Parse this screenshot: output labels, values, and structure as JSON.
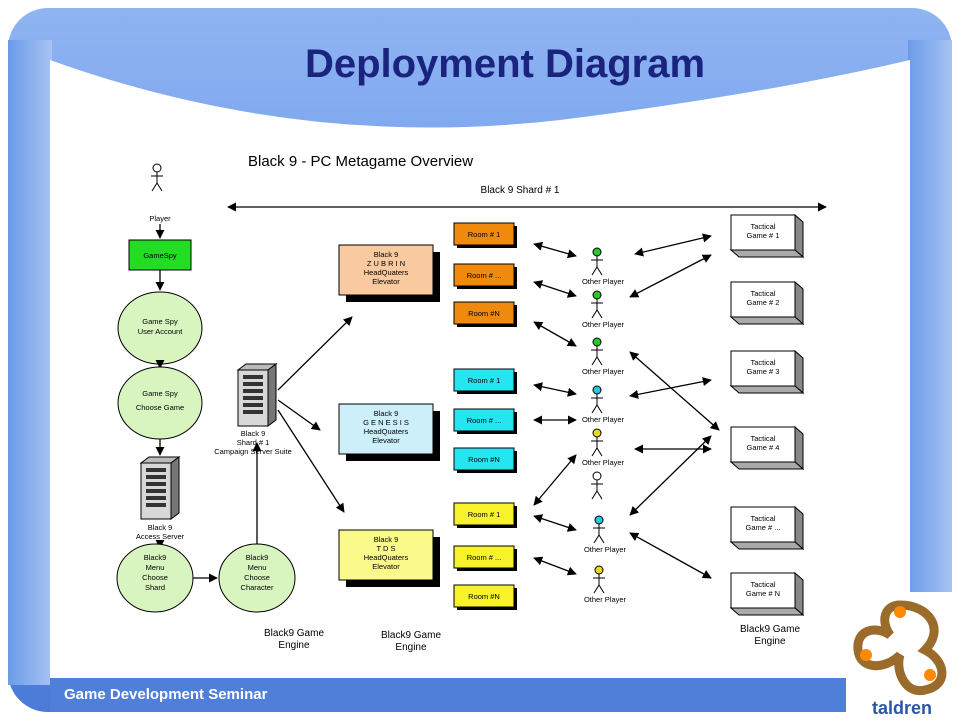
{
  "slide": {
    "title": "Deployment Diagram",
    "footer": "Game Development Seminar",
    "logo_text": "taldren"
  },
  "colors": {
    "header_blue": "#5c8de6",
    "title_navy": "#1a237e",
    "footer_blue": "#4f7fd9",
    "zubrin": "#f9c9a0",
    "genesis": "#cdeffa",
    "tds": "#fafa8a",
    "room_orange": "#f08a0c",
    "room_cyan": "#25e6f0",
    "room_yellow": "#f7f22a",
    "gamespy_green": "#22dd22",
    "ellipse_green": "#d8f5c0"
  },
  "diagram": {
    "heading": "Black 9 - PC Metagame Overview",
    "shard_label": "Black 9 Shard # 1",
    "player": "Player",
    "gamespy": "GameSpy",
    "gs_account": [
      "Game Spy",
      "User Account"
    ],
    "gs_choose": [
      "Game Spy",
      "Choose Game"
    ],
    "access_server": [
      "Black 9",
      "Access Server"
    ],
    "menu_shard": [
      "Black9",
      "Menu",
      "Choose",
      "Shard"
    ],
    "menu_char": [
      "Black9",
      "Menu",
      "Choose",
      "Character"
    ],
    "shard_server": [
      "Black 9",
      "Shard # 1",
      "Campaign Server Suite"
    ],
    "hq_zubrin": [
      "Black 9",
      "Z U B R I N",
      "HeadQuaters",
      "Elevator"
    ],
    "hq_genesis": [
      "Black 9",
      "G E N E S I S",
      "HeadQuaters",
      "Elevator"
    ],
    "hq_tds": [
      "Black 9",
      "T D S",
      "HeadQuaters",
      "Elevator"
    ],
    "rooms_zubrin": [
      "Room # 1",
      "Room # ...",
      "Room #N"
    ],
    "rooms_genesis": [
      "Room # 1",
      "Room # ...",
      "Room #N"
    ],
    "rooms_tds": [
      "Room # 1",
      "Room # ...",
      "Room #N"
    ],
    "other_player": "Other Player",
    "tactical": [
      [
        "Tactical",
        "Game # 1"
      ],
      [
        "Tactical",
        "Game # 2"
      ],
      [
        "Tactical",
        "Game # 3"
      ],
      [
        "Tactical",
        "Game # 4"
      ],
      [
        "Tactical",
        "Game # ..."
      ],
      [
        "Tactical",
        "Game # N"
      ]
    ],
    "engine1": [
      "Black9 Game",
      "Engine"
    ],
    "engine2": [
      "Black9 Game",
      "Engine"
    ],
    "engine3": [
      "Black9 Game",
      "Engine"
    ]
  }
}
